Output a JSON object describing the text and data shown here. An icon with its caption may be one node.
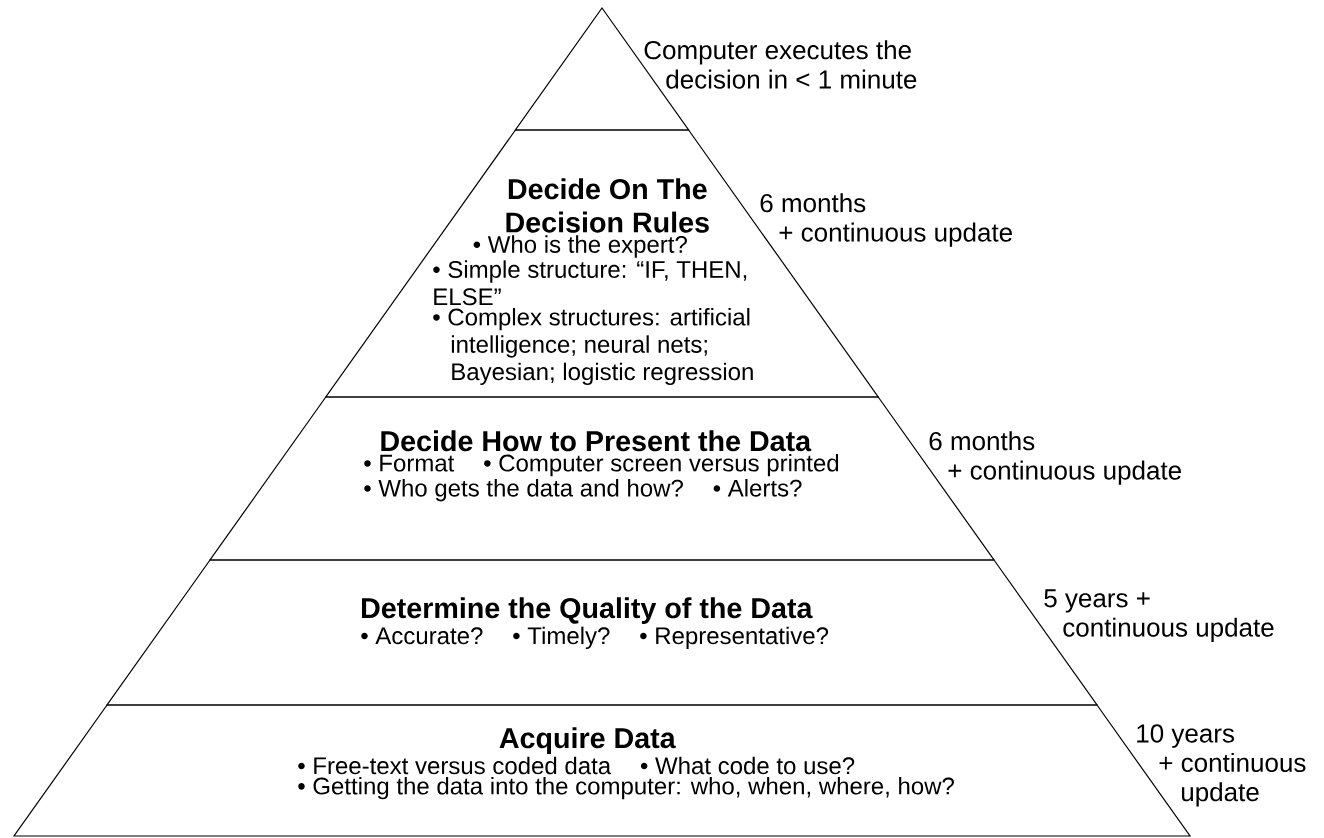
{
  "diagram": {
    "nodes": [
      {
        "text": [],
        "shape": "triangle",
        "beside": [
          "Computer executes the decision in < 1 minute"
        ]
      },
      {
        "text": [
          "Decide On The Decision Rules",
          "• Who is the expert?",
          "• Simple structure: “IF, THEN, ELSE”",
          "• Complex structures: artificial intelligence; neural nets; Bayesian; logistic regression"
        ],
        "beside": [
          "6 months + continuous update"
        ]
      },
      {
        "text": [
          "Decide How to Present the Data",
          "• Format",
          "• Computer screen versus printed",
          "• Who gets the data and how?",
          "• Alerts?"
        ],
        "beside": [
          "6 months + continuous update"
        ]
      },
      {
        "text": [
          "Determine the Quality of the Data",
          "• Accurate?",
          "• Timely?",
          "• Representative?"
        ],
        "beside": [
          "5 years + continuous update"
        ]
      },
      {
        "text": [
          "Acquire Data",
          "• Free-text versus coded data",
          "• What code to use?",
          "• Getting the data into the computer: who, when, where, how?"
        ],
        "beside": [
          "10 years + continuous update"
        ]
      }
    ]
  }
}
